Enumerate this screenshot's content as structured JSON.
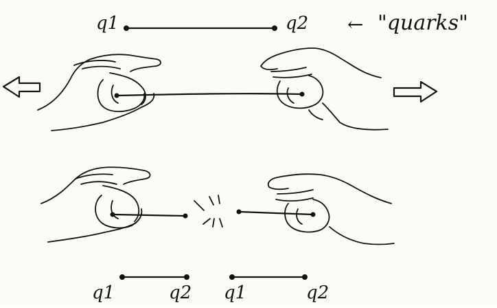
{
  "diagram": {
    "top": {
      "q1_label": "q1",
      "q2_label": "q2",
      "annotation_arrow": "←",
      "annotation_text": "\"quarks\""
    },
    "bottom": {
      "left_q1_label": "q1",
      "left_q2_label": "q2",
      "right_q1_label": "q1",
      "right_q2_label": "q2"
    }
  }
}
